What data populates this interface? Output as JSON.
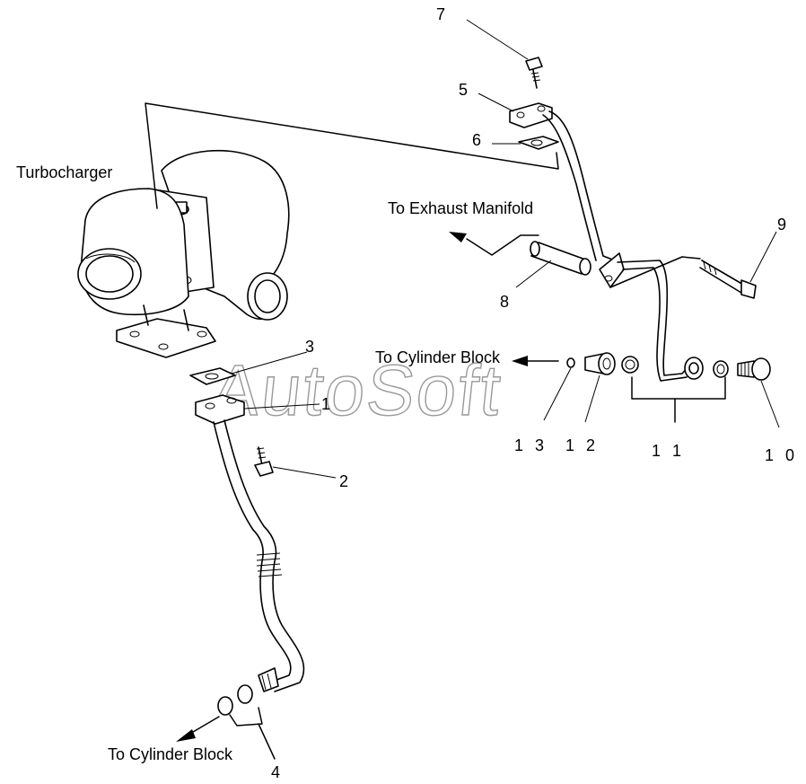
{
  "labels": {
    "turbocharger": "Turbocharger",
    "to_exhaust_manifold": "To Exhaust Manifold",
    "to_cylinder_block_upper": "To Cylinder Block",
    "to_cylinder_block_lower": "To Cylinder Block",
    "watermark": "AutoSoft"
  },
  "callouts": {
    "p1": "1",
    "p2": "2",
    "p3": "3",
    "p4": "4",
    "p5": "5",
    "p6": "6",
    "p7": "7",
    "p8": "8",
    "p9": "9",
    "p10": "1 0",
    "p11": "1 1",
    "p12": "1 2",
    "p13": "1 3"
  }
}
